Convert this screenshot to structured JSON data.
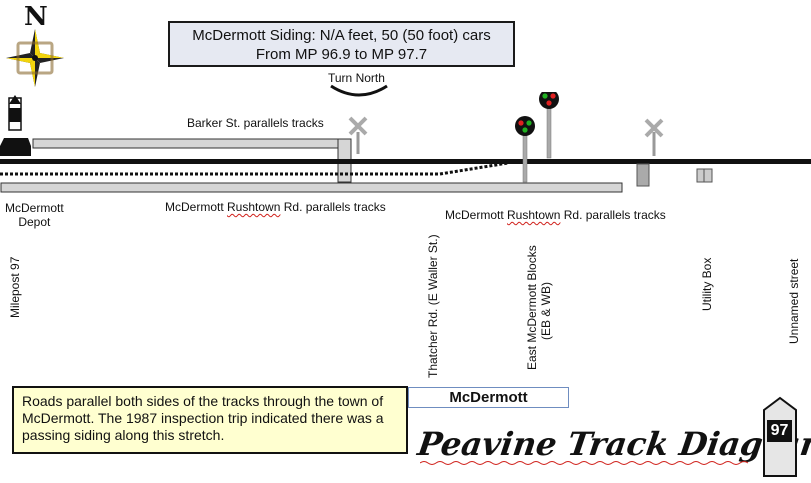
{
  "compass": {
    "letter": "N",
    "icon": "compass-rose-icon"
  },
  "title": {
    "line1": "McDermott Siding: N/A feet, 50 (50 foot) cars",
    "line2": "From MP 96.9 to MP 97.7"
  },
  "turn_note": "Turn North",
  "labels": {
    "barker": "Barker St. parallels tracks",
    "depot_line1": "McDermott",
    "depot_line2": "Depot",
    "rushtown_left_a": "McDermott ",
    "rushtown_left_b": "Rushtown",
    "rushtown_left_c": " Rd. parallels tracks",
    "rushtown_right_a": "McDermott ",
    "rushtown_right_b": "Rushtown",
    "rushtown_right_c": " Rd. parallels tracks"
  },
  "vertical_labels": {
    "milepost": "Milepost 97",
    "thatcher": "Thatcher Rd. (E Waller St.)",
    "east_blocks_line1": "East McDermott Blocks",
    "east_blocks_line2": "(EB & WB)",
    "utility": "Utility Box",
    "unnamed": "Unnamed street"
  },
  "note": "Roads parallel both sides of the tracks through the town of McDermott. The 1987 inspection trip indicated there was a passing siding along this stretch.",
  "town": "McDermott",
  "brand": "Peavine Track Diagram",
  "milepost_marker": "97",
  "colors": {
    "track": "#111111",
    "road_fill": "#d6d6d6",
    "title_bg": "#e6e9f2",
    "note_bg": "#ffffd0",
    "signal_red": "#e02020",
    "signal_green": "#20b020",
    "town_border": "#6f8dc0"
  }
}
